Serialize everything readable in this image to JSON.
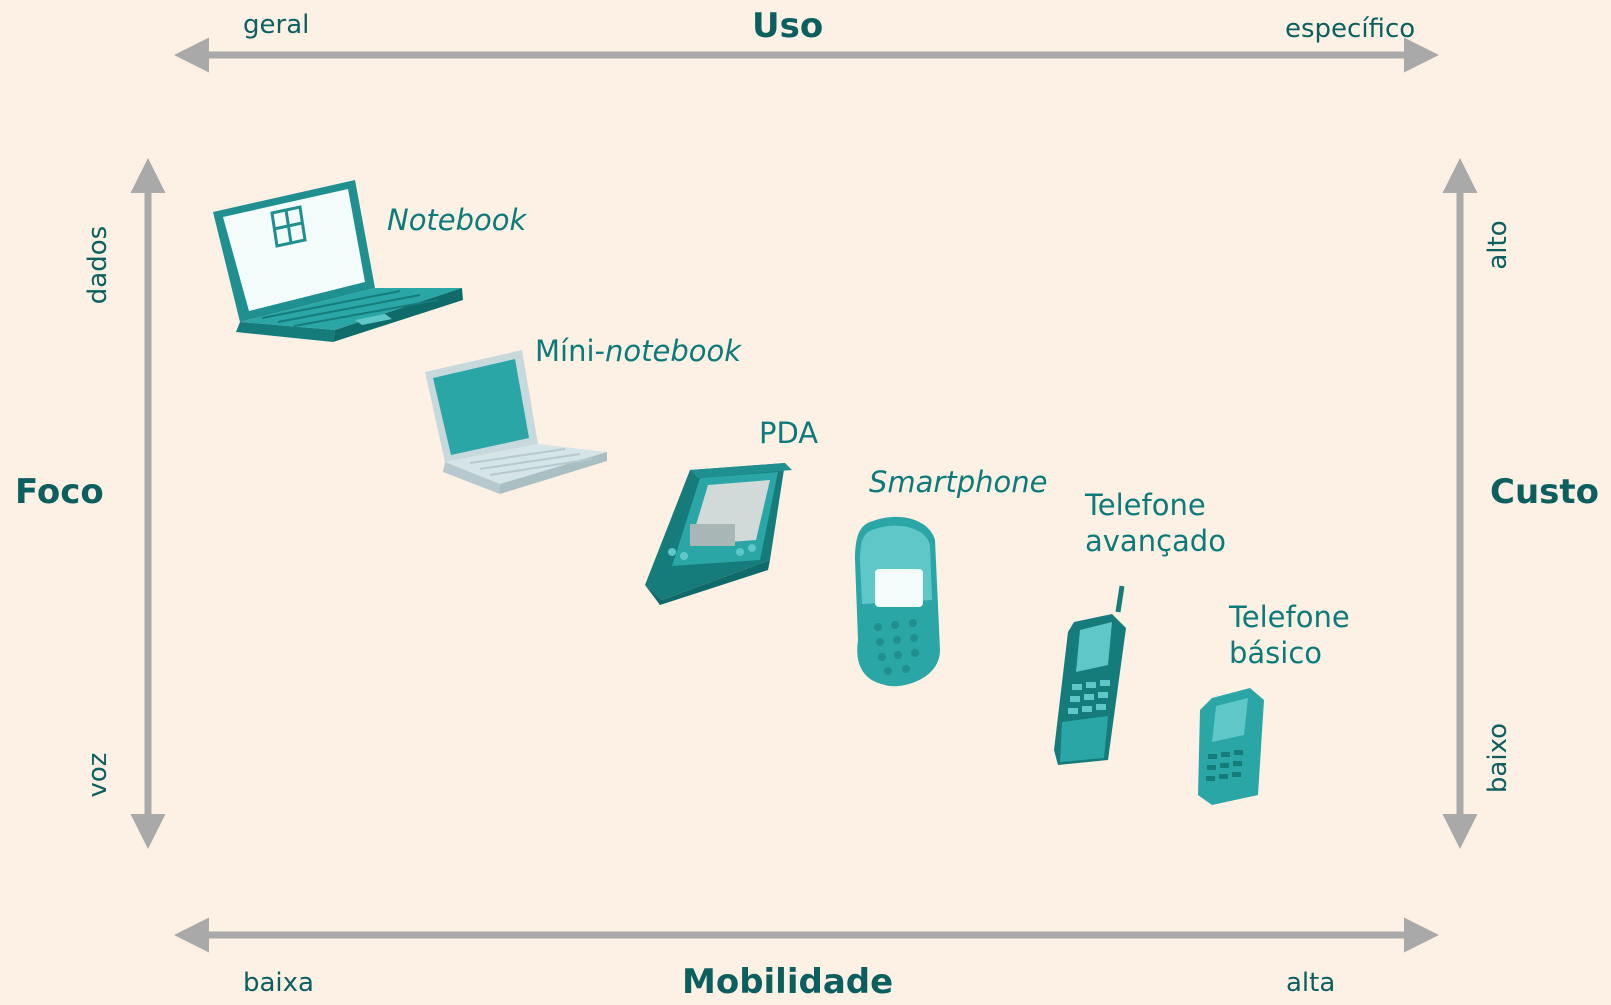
{
  "axes": {
    "top": {
      "title": "Uso",
      "left_end": "geral",
      "right_end": "específico"
    },
    "bottom": {
      "title": "Mobilidade",
      "left_end": "baixa",
      "right_end": "alta"
    },
    "left": {
      "title": "Foco",
      "top_end": "dados",
      "bottom_end": "voz"
    },
    "right": {
      "title": "Custo",
      "top_end": "alto",
      "bottom_end": "baixo"
    }
  },
  "devices": {
    "notebook": {
      "label": "Notebook"
    },
    "mini_notebook": {
      "label_prefix": "Míni-",
      "label_suffix": "notebook"
    },
    "pda": {
      "label": "PDA"
    },
    "smartphone": {
      "label": "Smartphone"
    },
    "advanced_phone": {
      "label_line1": "Telefone",
      "label_line2": "avançado"
    },
    "basic_phone": {
      "label_line1": "Telefone",
      "label_line2": "básico"
    }
  },
  "colors": {
    "background": "#fdf1e6",
    "arrow": "#a9a9a9",
    "title_text": "#0c5f5f",
    "label_text": "#0d7a7a",
    "teal_dark": "#157b7b",
    "teal": "#2aa6a6",
    "teal_light": "#5fc7c7",
    "screen": "#f4fbfb",
    "mini_body": "#c7d9dd"
  }
}
